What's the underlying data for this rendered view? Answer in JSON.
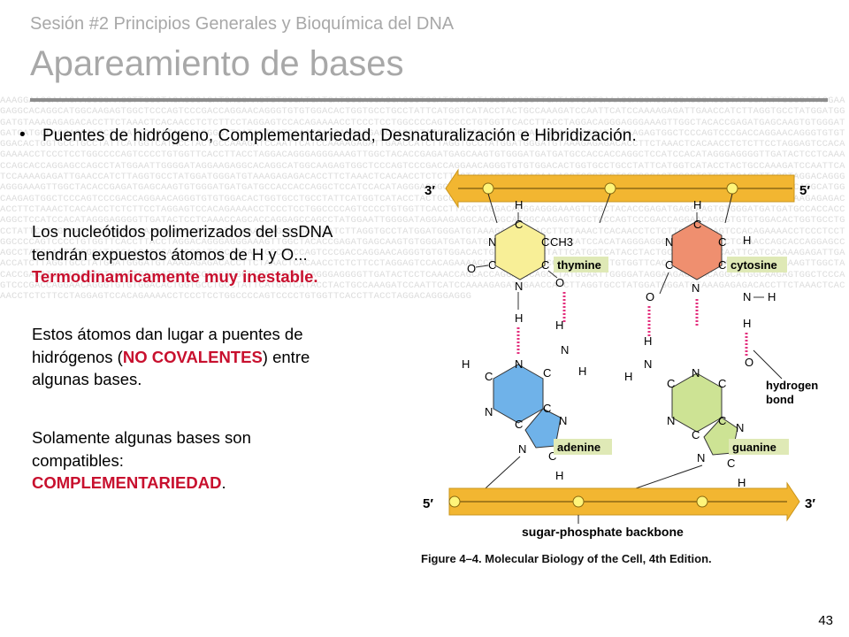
{
  "header": {
    "subtitle": "Sesión #2 Principios Generales y Bioquímica del DNA",
    "title": "Apareamiento de bases"
  },
  "bullet": {
    "marker": "•",
    "text": "Puentes de hidrógeno, Complementariedad, Desnaturalización e Hibridización."
  },
  "paragraphs": {
    "p1_line1": "Los nucleótidos polimerizados del ssDNA",
    "p1_line2": "tendrán expuestos átomos de H y O...",
    "p1_emph": "Termodinamicamente muy inestable.",
    "p2_line1": "Estos átomos dan lugar a puentes de",
    "p2_pre": "hidrógenos (",
    "p2_emph": "NO COVALENTES",
    "p2_post": ") entre",
    "p2_line3": "algunas bases.",
    "p3_line1": "Solamente algunas bases son",
    "p3_line2": "compatibles:",
    "p3_emph": "COMPLEMENTARIEDAD",
    "p3_end": "."
  },
  "figure": {
    "end_3_top": "3′",
    "end_5_top": "5′",
    "end_5_bottom": "5′",
    "end_3_bottom": "3′",
    "label_thymine": "thymine",
    "label_cytosine": "cytosine",
    "label_adenine": "adenine",
    "label_guanine": "guanine",
    "label_hbond_1": "hydrogen",
    "label_hbond_2": "bond",
    "label_backbone": "sugar-phosphate backbone",
    "caption": "Figure 4–4. Molecular Biology of the Cell, 4th Edition.",
    "colors": {
      "backbone": "#f2b631",
      "thymine": "#f8ef97",
      "cytosine": "#ef8f6f",
      "adenine": "#6fb2e9",
      "guanine": "#cde394",
      "label_box": "#dfe9b6",
      "hbond": "#e3307e"
    }
  },
  "atoms": {
    "H": "H",
    "C": "C",
    "N": "N",
    "O": "O",
    "CH3": "CH3"
  },
  "slide_number": "43",
  "background_sequence": "AAAGGAACCAAACAAGGGGAAGGTTGGCTACACCGAGATGAGCAAGTGTGGGATGATGATGCCACCACCAGGCTCCATCCACATAGGGAGGGGTTGATACTCCTCAAACCAGCACCAGGAGCCAGCCTATGGAATTGGGGATAGGAAGAGGCACAGGCATGGCAAGAGTGGCTCCCAGTCCCGACCAGGAACAGGGTGTGTGGACACTGGTGCCTGCCTATTCATGGTCATACCTACTGCCAAAGATCCAATTCATCCAAAAGAGATTGAACCATCTTAGGTGCCTATGGATGGGATGTAAAGAGAGACACCTTCTAAACTCACAACCTCTCTTCCTAGGAGTCCACAGAAAACCTCCCTCCTGGCCCCAGTCCCCTGTGGTTCACCTTACCTAGGACAGGGAGGGAAAGTTGGCTACACCGAGATGAGCAAGTGTGGGATGATGATGCCACCACCAGGCTCCATCCACATAGGGAGGGGTTGATACTCCTCAAACCAGCACCAGGAGCCAGCCTATGGAATTGGGGATAGGAAGAGGCACAGGCATGGCAAGAGTGGCTCCCAGTCCCGACCAGGAACAGGGTGTGTGGACACTGGTGCCTGCCTATTCATGGTCATACCTACTGCCAAAGATCCAATTCATCCAAAAGAGATTGAACCATCTTAGGTGCCTATGGATGGGATGTAAAGAGAGACACCTTCTAAACTCACAACCTCTCTTCCTAGGAGTCCACAGAAAACCTCCCTCCTGGCCCCAGTCCCCTGTGGTTCACCTTACCTAGGACAGGGAGGGAAAGTTGGCTACACCGAGATGAGCAAGTGTGGGATGATGATGCCACCACCAGGCTCCATCCACATAGGGAGGGGTTGATACTCCTCAAACCAGCACCAGGAGCCAGCCTATGGAATTGGGGATAGGAAGAGGCACAGGCATGGCAAGAGTGGCTCCCAGTCCCGACCAGGAACAGGGTGTGTGGACACTGGTGCCTGCCTATTCATGGTCATACCTACTGCCAAAGATCCAATTCATCCAAAAGAGATTGAACCATCTTAGGTGCCTATGGATGGGATGTAAAGAGAGACACCTTCTAAACTCACAACCTCTCTTCCTAGGAGTCCACAGAAAACCTCCCTCCTGGCCCCAGTCCCCTGTGGTTCACCTTACCTAGGACAGGGAGGGAAAGTTGGCTACACCGAGATGAGCAAGTGTGGGATGATGATGCCACCACCAGGCTCCATCCACATAGGGAGGGGTTGATACTCCTCAAACCAGCACCAGGAGCCAGCCTATGGAATTGGGGATAGGAAGAGGCACAGGCATGGCAAGAGTGGCTCCCAGTCCCGACCAGGAACAGGGTGTGTGGACACTGGTGCCTGCCTATTCATGGTCATACCTACTGCCAAAGATCCAATTCATCCAAAAGAGATTGAACCATCTTAGGTGCCTATGGATGGGATGTAAAGAGAGACACCTTCTAAACTCACAACCTCTCTTCCTAGGAGTCCACAGAAAACCTCCCTCCTGGCCCCAGTCCCCTGTGGTTCACCTTACCTAGGACAGGGAGGGAAAGTTGGCTACACCGAGATGAGCAAGTGTGGGATGATGATGCCACCACCAGGCTCCATCCACATAGGGAGGGGTTGATACTCCTCAAACCAGCACCAGGAGCCAGCCTATGGAATTGGGGATAGGAAGAGGCACAGGCATGGCAAGAGTGGCTCCCAGTCCCGACCAGGAACAGGGTGTGTGGACACTGGTGCCTGCCTATTCATGGTCATACCTACTGCCAAAGATCCAATTCATCCAAAAGAGATTGAACCATCTTAGGTGCCTATGGATGGGATGTAAAGAGAGACACCTTCTAAACTCACAACCTCTCTTCCTAGGAGTCCACAGAAAACCTCCCTCCTGGCCCCAGTCCCCTGTGGTTCACCTTACCTAGGACAGGGAGGGAAAGTTGGCTACACCGAGATGAGCAAGTGTGGGATGATGATGCCACCACCAGGCTCCATCCACATAGGGAGGGGTTGATACTCCTCAAACCAGCACCAGGAGCCAGCCTATGGAATTGGGGATAGGAAGAGGCACAGGCATGGCAAGAGTGGCTCCCAGTCCCGACCAGGAACAGGGTGTGTGGACACTGGTGCCTGCCTATTCATGGTCATACCTACTGCCAAAGATCCAATTCATCCAAAAGAGATTGAACCATCTTAGGTGCCTATGGATGGGATGTAAAGAGAGACACCTTCTAAACTCACAACCTCTCTTCCTAGGAGTCCACAGAAAACCTCCCTCCTGGCCCCAGTCCCCTGTGGTTCACCTTACCTAGGACAGGGAGGGAAAGTTGGCTACACCGAGATGAGCAAGTGTGGGATGATGATGCCACCACCAGGCTCCATCCACATAGGGAGGGGTTGATACTCCTCAAACCAGCACCAGGAGCCAGCCTATGGAATTGGGGATAGGAAGAGGCACAGGCATGGCAAGAGTGGCTCCCAGTCCCGACCAGGAACAGGGTGTGTGGACACTGGTGCCTGCCTATTCATGGTCATACCTACTGCCAAAGATCCAATTCATCCAAAAGAGATTGAACCATCTTAGGTGCCTATGGATGGGATGTAAAGAGAGACACCTTCTAAACTCACAACCTCTCTTCCTAGGAGTCCACAGAAAACCTCCCTCCTGGCCCCAGTCCCCTGTGGTTCACCTTACCTAGGACAGGGAGGG"
}
